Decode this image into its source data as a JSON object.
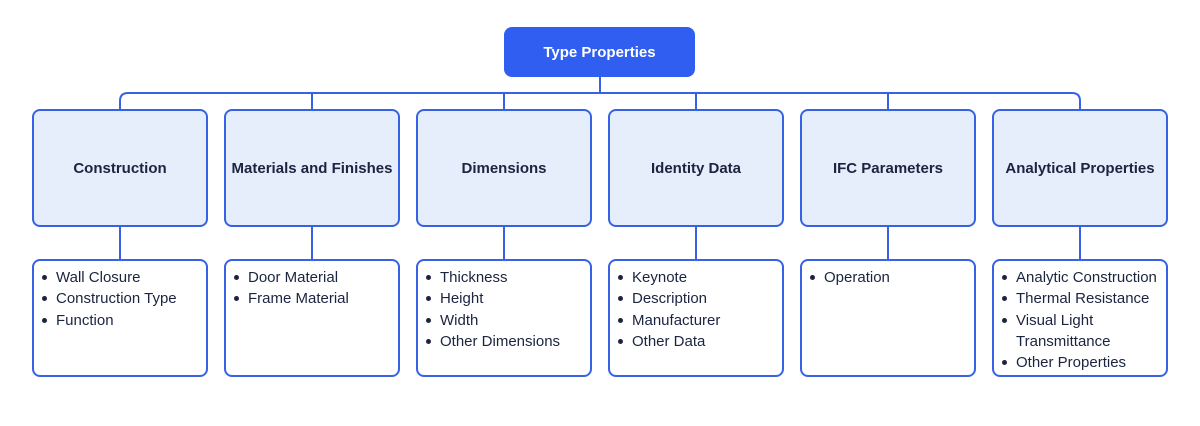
{
  "root": {
    "label": "Type Properties"
  },
  "categories": [
    {
      "label": "Construction",
      "items": [
        "Wall Closure",
        "Construction Type",
        "Function"
      ]
    },
    {
      "label": "Materials and Finishes",
      "items": [
        "Door Material",
        "Frame Material"
      ]
    },
    {
      "label": "Dimensions",
      "items": [
        "Thickness",
        "Height",
        "Width",
        "Other Dimensions"
      ]
    },
    {
      "label": "Identity Data",
      "items": [
        "Keynote",
        "Description",
        "Manufacturer",
        "Other Data"
      ]
    },
    {
      "label": "IFC Parameters",
      "items": [
        "Operation"
      ]
    },
    {
      "label": "Analytical Properties",
      "items": [
        "Analytic Construction",
        "Thermal Resistance",
        "Visual Light Transmittance",
        "Other Properties"
      ]
    }
  ],
  "colors": {
    "accent": "#2f5ef0",
    "border": "#3862e6",
    "box_fill": "#e6edfb",
    "text": "#1b2440"
  }
}
